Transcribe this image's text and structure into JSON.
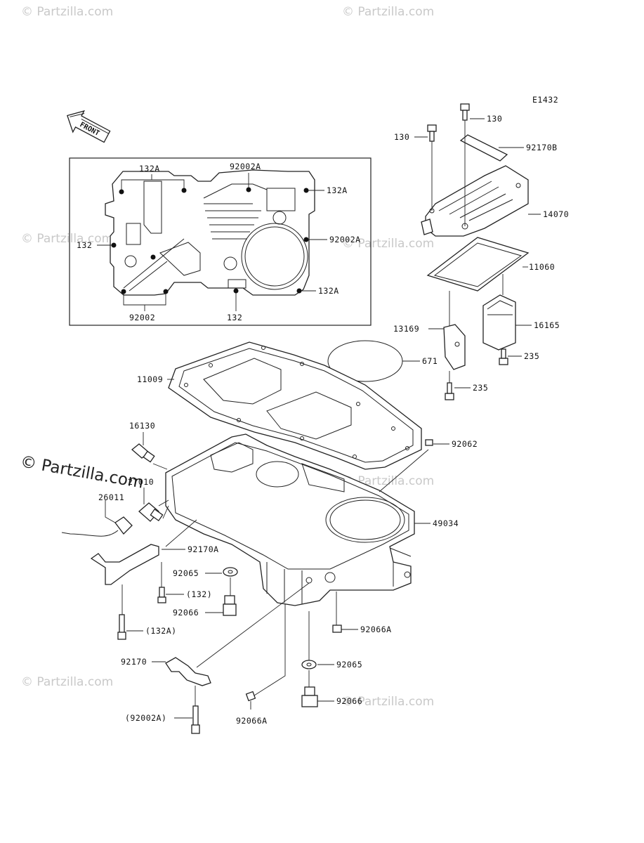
{
  "diagram_code": "E1432",
  "front_label": "FRONT",
  "watermark": "© Partzilla.com",
  "part_labels": {
    "p130_top": "130",
    "p130_left": "130",
    "p92170B": "92170B",
    "p14070": "14070",
    "p11060": "11060",
    "p16165": "16165",
    "p13169": "13169",
    "p235_right": "235",
    "p235_bottom": "235",
    "p671": "671",
    "p11009": "11009",
    "p16130": "16130",
    "p27010": "27010",
    "p26011": "26011",
    "p92062": "92062",
    "p49034": "49034",
    "p92170A": "92170A",
    "p92065_left": "92065",
    "p132_paren": "(132)",
    "p92066_left": "92066",
    "p132A_paren": "(132A)",
    "p92066A_right": "92066A",
    "p92170": "92170",
    "p92065_right": "92065",
    "p92066_right": "92066",
    "p92002A_paren": "(92002A)",
    "p92066A_bottom": "92066A"
  },
  "inset_labels": {
    "l132A_top": "132A",
    "l92002A_top": "92002A",
    "l132A_right_top": "132A",
    "l132_left": "132",
    "l92002A_right": "92002A",
    "l132A_right_bottom": "132A",
    "l92002_bottom": "92002",
    "l132_bottom": "132"
  }
}
